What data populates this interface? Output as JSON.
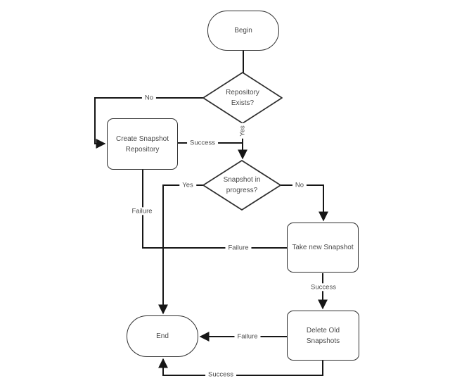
{
  "colors": {
    "background": "#ffffff",
    "connector_line": "#161616",
    "shape_border": "#2e2e2e",
    "text": "#4a4a4a"
  },
  "nodes": {
    "begin": {
      "label": "Begin",
      "type": "terminator"
    },
    "repository_exists": {
      "label": "Repository Exists?",
      "type": "decision"
    },
    "create_snapshot_repository": {
      "label": "Create Snapshot Repository",
      "type": "process"
    },
    "snapshot_in_progress": {
      "label": "Snapshot in progress?",
      "type": "decision"
    },
    "take_new_snapshot": {
      "label": "Take new Snapshot",
      "type": "process"
    },
    "delete_old_snapshots": {
      "label": "Delete Old Snapshots",
      "type": "process"
    },
    "end": {
      "label": "End",
      "type": "terminator"
    }
  },
  "edges": {
    "begin_to_repository_exists": {
      "from": "begin",
      "to": "repository_exists",
      "label": ""
    },
    "repository_exists_no": {
      "from": "repository_exists",
      "to": "create_snapshot_repository",
      "label": "No"
    },
    "repository_exists_yes": {
      "from": "repository_exists",
      "to": "snapshot_in_progress",
      "label": "Yes"
    },
    "create_repository_success": {
      "from": "create_snapshot_repository",
      "to": "snapshot_in_progress",
      "label": "Success"
    },
    "create_repository_failure": {
      "from": "create_snapshot_repository",
      "to": "end",
      "label": "Failure"
    },
    "snapshot_in_progress_yes": {
      "from": "snapshot_in_progress",
      "to": "end",
      "label": "Yes"
    },
    "snapshot_in_progress_no": {
      "from": "snapshot_in_progress",
      "to": "take_new_snapshot",
      "label": "No"
    },
    "take_snapshot_failure": {
      "from": "take_new_snapshot",
      "to": "end",
      "label": "Failure"
    },
    "take_snapshot_success": {
      "from": "take_new_snapshot",
      "to": "delete_old_snapshots",
      "label": "Success"
    },
    "delete_snapshots_failure": {
      "from": "delete_old_snapshots",
      "to": "end",
      "label": "Failure"
    },
    "delete_snapshots_success": {
      "from": "delete_old_snapshots",
      "to": "end",
      "label": "Success"
    }
  }
}
